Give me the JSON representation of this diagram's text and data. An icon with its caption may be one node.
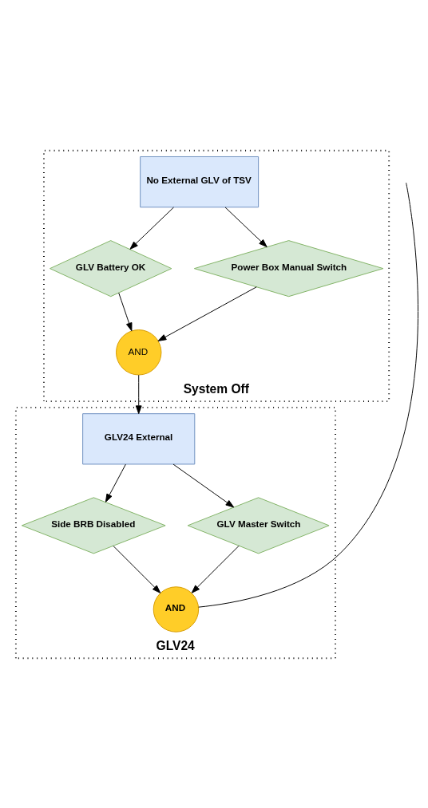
{
  "diagram": {
    "nodes": [
      {
        "text": [
          "System Off"
        ]
      },
      {
        "text": [
          "No External GLV of TSV"
        ],
        "in": 0
      },
      {
        "text": [
          "GLV Battery OK"
        ],
        "in": 0
      },
      {
        "text": [
          "Power Box Manual Switch"
        ],
        "in": 0
      },
      {
        "text": [
          "AND"
        ],
        "in": 0
      },
      {
        "text": [
          "GLV24"
        ]
      },
      {
        "text": [
          "GLV24 External"
        ],
        "in": 5
      },
      {
        "text": [
          "Side BRB Disabled"
        ],
        "in": 5
      },
      {
        "text": [
          "GLV Master Switch"
        ],
        "in": 5
      },
      {
        "text": [
          "AND"
        ],
        "in": 5
      }
    ],
    "edges": [
      {
        "from": 1,
        "to": 2,
        "arrow": "to"
      },
      {
        "from": 1,
        "to": 3,
        "arrow": "to"
      },
      {
        "from": 2,
        "to": 4,
        "arrow": "to"
      },
      {
        "from": 3,
        "to": 4,
        "arrow": "to"
      },
      {
        "from": 4,
        "to": 6,
        "arrow": "to"
      },
      {
        "from": 6,
        "to": 7,
        "arrow": "to"
      },
      {
        "from": 6,
        "to": 8,
        "arrow": "to"
      },
      {
        "from": 7,
        "to": 9,
        "arrow": "to"
      },
      {
        "from": 8,
        "to": 9,
        "arrow": "to"
      },
      {
        "from": 9,
        "to": null,
        "arrow": "none"
      }
    ]
  }
}
